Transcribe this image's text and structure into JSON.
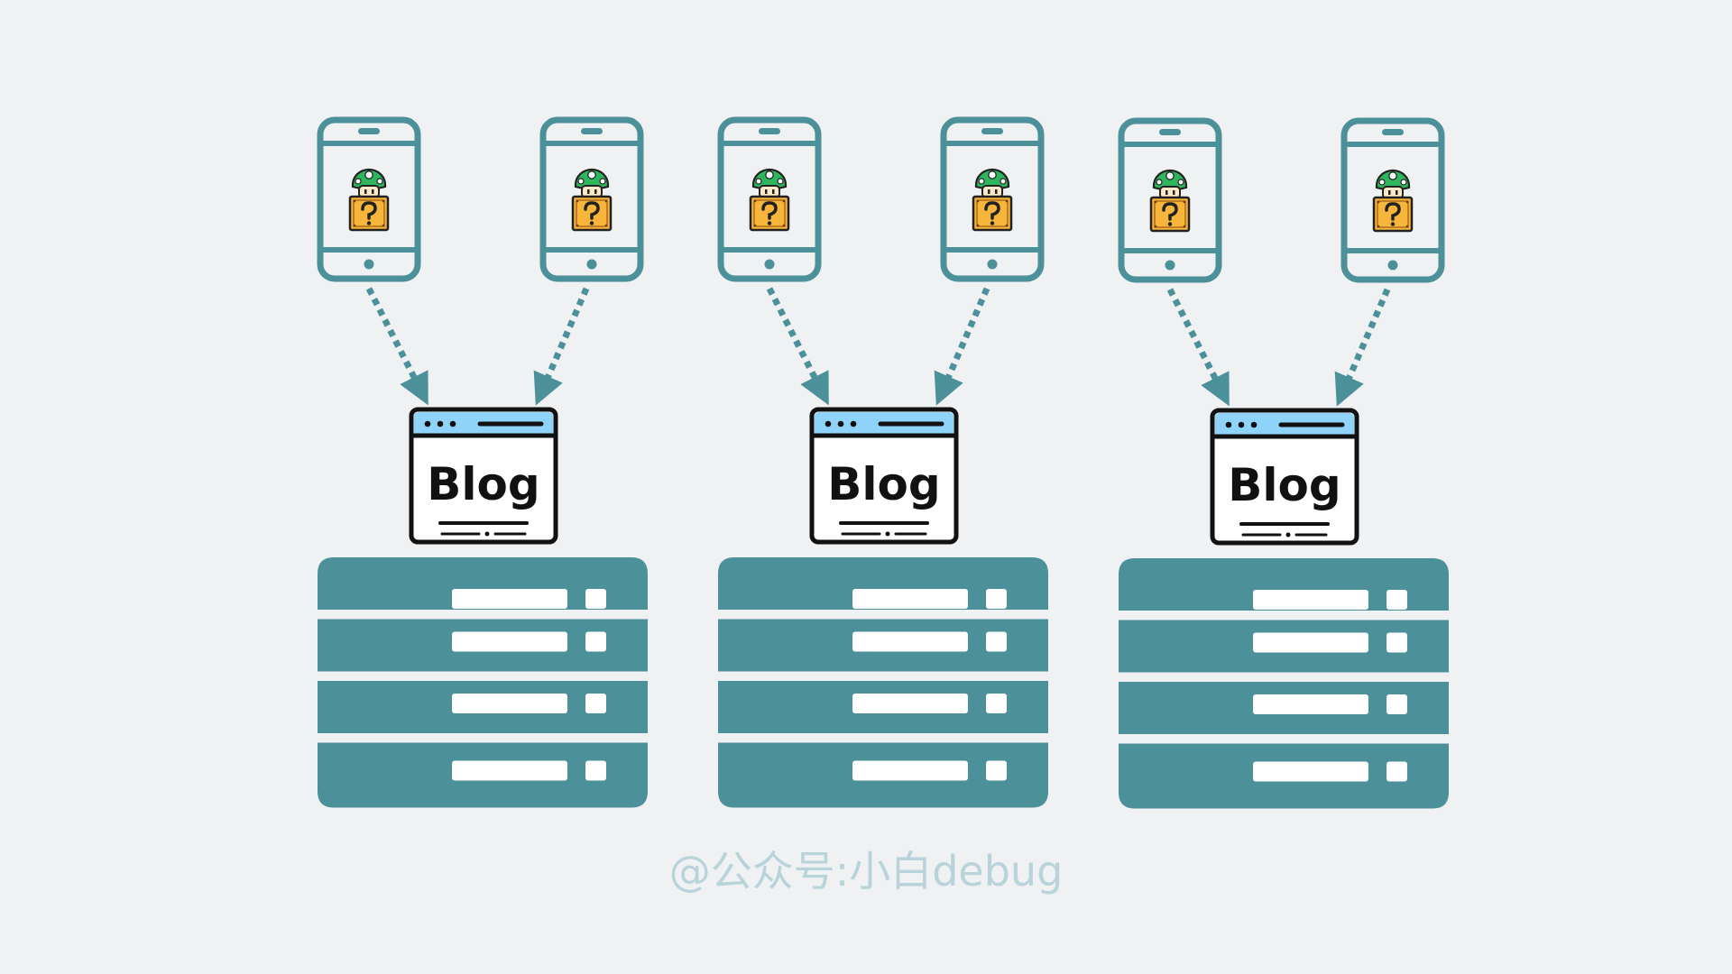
{
  "colors": {
    "background": "#eff1f3",
    "server": "#4c909a",
    "server_slot": "#ffffff",
    "phone_stroke": "#4c909a",
    "arrow": "#4c909a",
    "browser_bar": "#8fd3f8",
    "browser_border": "#111111",
    "mushroom_cap": "#2eb65f",
    "block": "#f7b53c",
    "watermark": "#b8d3d9"
  },
  "icons": {
    "phone": "smartphone-icon",
    "app": "mushroom-question-block-icon",
    "site": "browser-window-icon",
    "server": "server-rack-icon"
  },
  "groups": [
    {
      "blog_label": "Blog",
      "phones": 2,
      "server_units": 4
    },
    {
      "blog_label": "Blog",
      "phones": 2,
      "server_units": 4
    },
    {
      "blog_label": "Blog",
      "phones": 2,
      "server_units": 4
    }
  ],
  "watermark": "@公众号:小白debug"
}
